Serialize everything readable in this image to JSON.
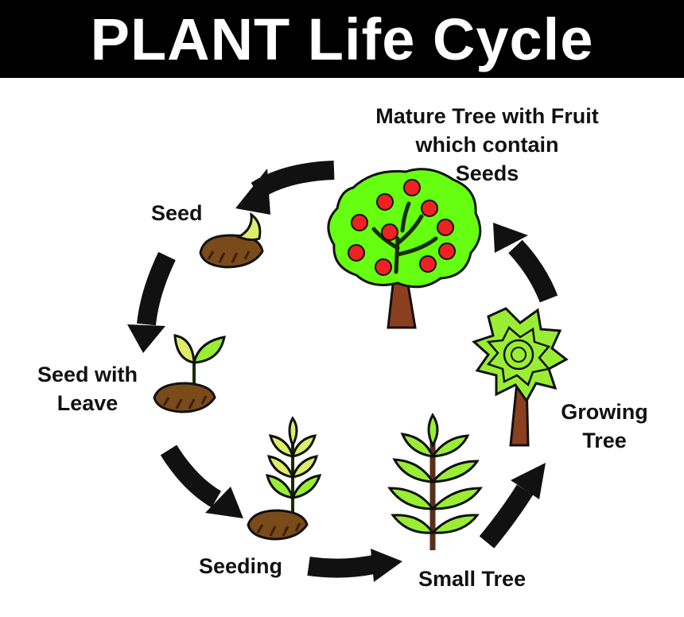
{
  "title": "PLANT Life Cycle",
  "stages": {
    "seed": {
      "label": "Seed"
    },
    "seed_with_leave": {
      "line1": "Seed with",
      "line2": "Leave"
    },
    "seeding": {
      "label": "Seeding"
    },
    "small_tree": {
      "label": "Small Tree"
    },
    "growing_tree": {
      "line1": "Growing",
      "line2": "Tree"
    },
    "mature_tree": {
      "line1": "Mature Tree with Fruit",
      "line2": "which contain",
      "line3": "Seeds"
    }
  },
  "colors": {
    "leaf_light": "#99ee33",
    "leaf_bright": "#66ff11",
    "sprout": "#ddee66",
    "soil": "#7a4a1a",
    "trunk": "#8a3f1f",
    "fruit": "#ee2222",
    "arrow": "#111111"
  }
}
